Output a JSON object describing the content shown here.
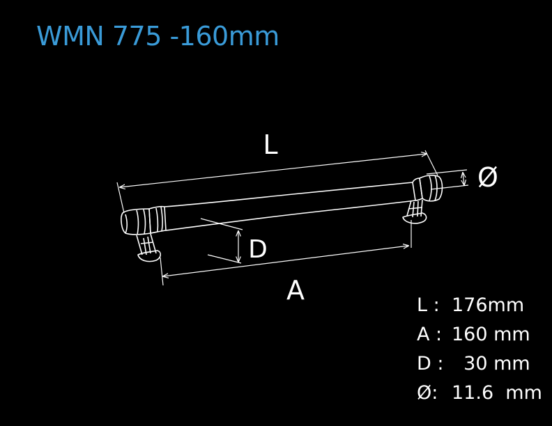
{
  "title": "WMN 775 -160mm",
  "dimension_labels": {
    "length": "L",
    "center_distance": "A",
    "depth": "D",
    "diameter": "Ø"
  },
  "specs": [
    {
      "key": "L :",
      "value": "176mm"
    },
    {
      "key": "A :",
      "value": "160 mm"
    },
    {
      "key": "D :",
      "value": "  30 mm"
    },
    {
      "key": "Ø:",
      "value": "11.6  mm"
    }
  ]
}
